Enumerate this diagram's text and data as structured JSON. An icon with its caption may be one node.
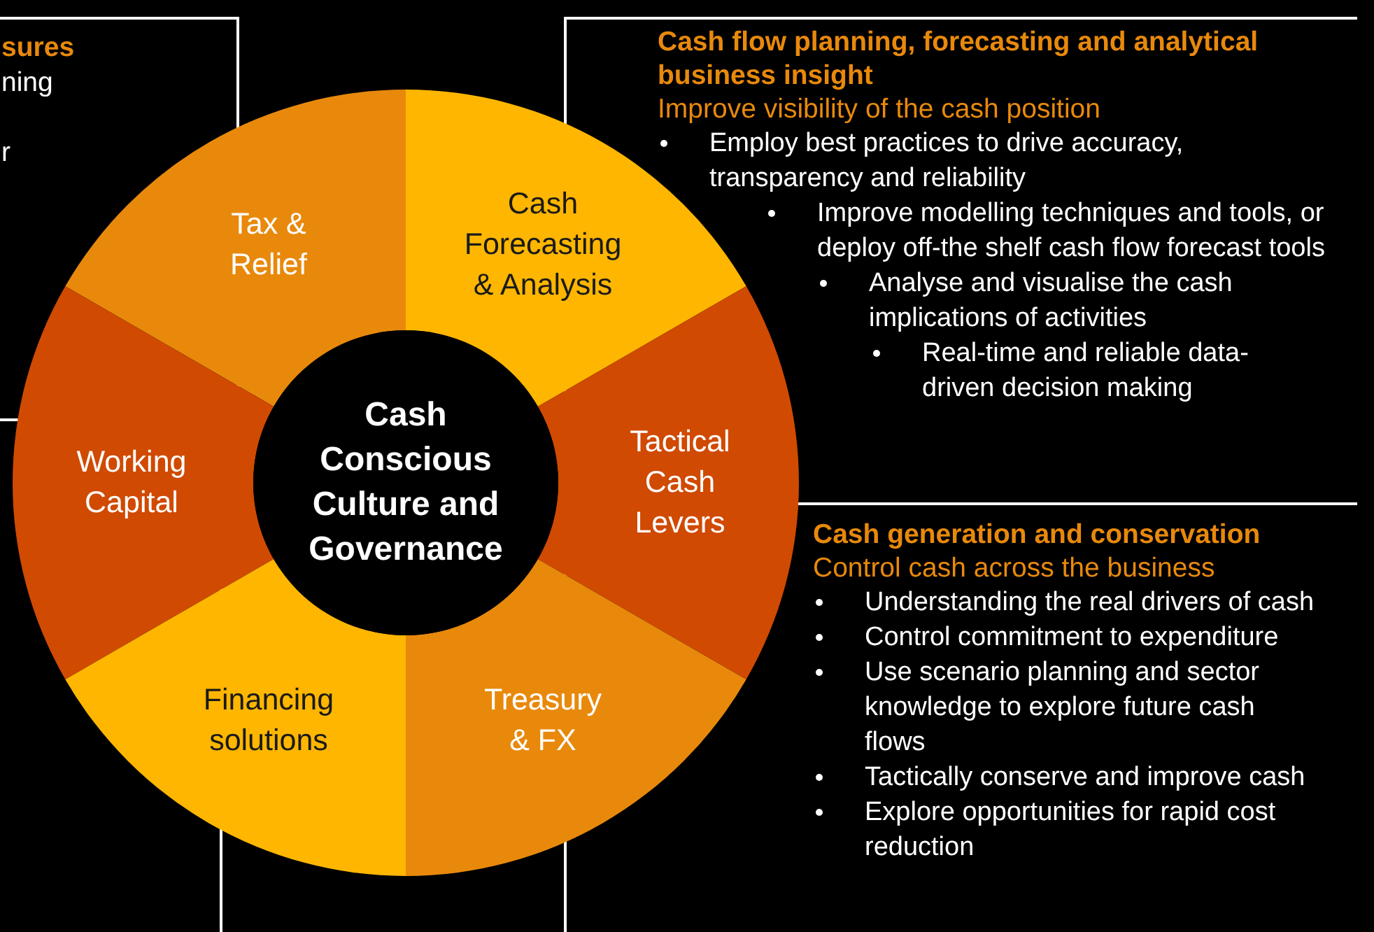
{
  "diagram": {
    "nodes": [
      {
        "text": [
          "sures",
          "ning",
          "r"
        ]
      },
      {
        "text": [
          "Tax & Relief"
        ]
      },
      {
        "text": [
          "Cash Forecasting & Analysis"
        ]
      },
      {
        "text": [
          "Working Capital"
        ]
      },
      {
        "text": [
          "Cash Conscious Culture and Governance"
        ]
      },
      {
        "text": [
          "Tactical Cash Levers"
        ]
      },
      {
        "text": [
          "Financing solutions"
        ]
      },
      {
        "text": [
          "Treasury & FX"
        ]
      },
      {
        "text": [
          "Cash flow planning, forecasting and analytical business insight",
          "Improve visibility of the cash position",
          "Employ best practices to drive accuracy, transparency and reliability",
          "Improve modelling techniques and tools, or deploy off-the shelf cash flow forecast tools",
          "Analyse and visualise the cash implications of activities",
          "Real-time and reliable data-driven decision making"
        ]
      },
      {
        "text": [
          "Cash generation and conservation",
          "Control cash across the business",
          "Understanding the real drivers of cash",
          "Control commitment to expenditure",
          "Use scenario planning and sector knowledge to explore future cash flows",
          "Tactically conserve and improve cash",
          "Explore opportunities for rapid cost reduction"
        ]
      }
    ]
  }
}
